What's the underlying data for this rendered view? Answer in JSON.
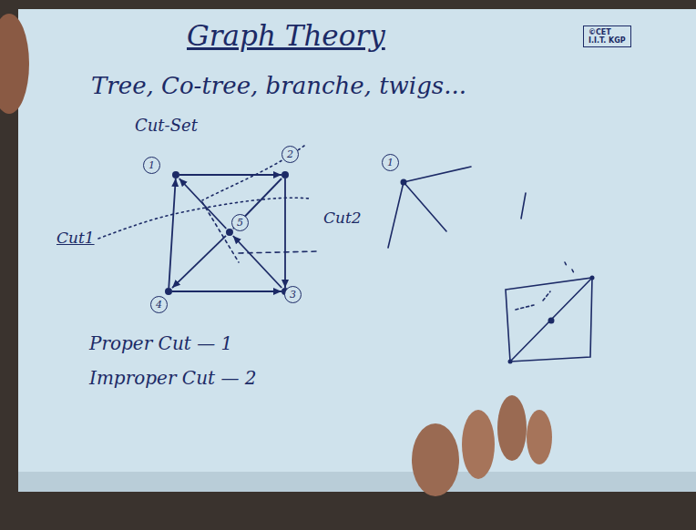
{
  "diagram": {
    "title": "Graph Theory",
    "nodes": [
      {
        "text": [
          "©CET",
          "I.I.T. KGP"
        ]
      },
      {
        "text": [
          "1"
        ]
      },
      {
        "text": [
          "2"
        ]
      },
      {
        "text": [
          "5"
        ]
      },
      {
        "text": [
          "4"
        ]
      },
      {
        "text": [
          "3"
        ]
      }
    ],
    "edges": [
      {
        "from": 1,
        "to": 2,
        "arrow": "to"
      },
      {
        "from": 2,
        "to": 5,
        "arrow": "to"
      },
      {
        "from": 4,
        "to": 5,
        "arrow": "to"
      },
      {
        "from": 4,
        "to": 1,
        "arrow": "to"
      },
      {
        "from": 3,
        "to": 1,
        "arrow": "to"
      },
      {
        "from": 2,
        "to": 3,
        "arrow": "to"
      },
      {
        "from": 5,
        "to": 3,
        "arrow": "to"
      },
      {
        "from": 3,
        "to": 4,
        "arrow": "to"
      }
    ],
    "labels": [
      "Tree, Co-tree, branche, twigs...",
      "Cut-Set",
      "Cut1",
      "Cut2",
      "Proper Cut — 1",
      "Improper Cut — 2",
      "1"
    ]
  }
}
